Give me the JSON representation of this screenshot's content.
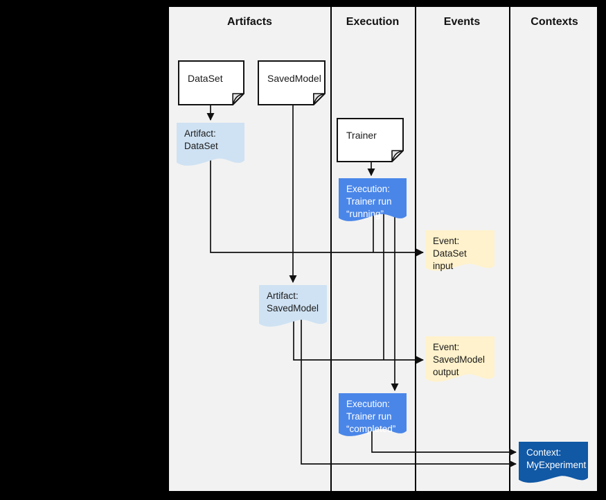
{
  "columns": [
    {
      "label": "Artifacts"
    },
    {
      "label": "Execution"
    },
    {
      "label": "Events"
    },
    {
      "label": "Contexts"
    }
  ],
  "nodes": {
    "dataset": {
      "label": "DataSet",
      "shape": "document",
      "column": "Artifacts"
    },
    "savedmodel": {
      "label": "SavedModel",
      "shape": "document",
      "column": "Artifacts"
    },
    "trainer": {
      "label": "Trainer",
      "shape": "document",
      "column": "Execution"
    },
    "artifact_dataset": {
      "label": "Artifact:\nDataSet",
      "shape": "note",
      "fill": "#cfe2f3",
      "column": "Artifacts"
    },
    "execution_running": {
      "label": "Execution:\nTrainer run\n“running”",
      "shape": "note",
      "fill": "#4a86e8",
      "column": "Execution"
    },
    "event_dataset_input": {
      "label": "Event:\nDataSet input",
      "shape": "note",
      "fill": "#fff2cc",
      "column": "Events"
    },
    "artifact_savedmodel": {
      "label": "Artifact:\nSavedModel",
      "shape": "note",
      "fill": "#cfe2f3",
      "column": "Artifacts"
    },
    "event_savedmodel_output": {
      "label": "Event:\nSavedModel\noutput",
      "shape": "note",
      "fill": "#fff2cc",
      "column": "Events"
    },
    "execution_completed": {
      "label": "Execution:\nTrainer run\n“completed”",
      "shape": "note",
      "fill": "#4a86e8",
      "column": "Execution"
    },
    "context_myexperiment": {
      "label": "Context:\nMyExperiment",
      "shape": "note",
      "fill": "#1158a5",
      "column": "Contexts"
    }
  },
  "edges": [
    {
      "from": "DataSet",
      "to": "Artifact: DataSet"
    },
    {
      "from": "SavedModel",
      "to": "Artifact: SavedModel"
    },
    {
      "from": "Trainer",
      "to": "Execution: Trainer run “running”"
    },
    {
      "from": "Artifact: DataSet",
      "to": "Event: DataSet input"
    },
    {
      "from": "Execution: Trainer run “running”",
      "to": "Event: DataSet input"
    },
    {
      "from": "Artifact: SavedModel",
      "to": "Event: SavedModel output"
    },
    {
      "from": "Execution: Trainer run “running”",
      "to": "Event: SavedModel output"
    },
    {
      "from": "Execution: Trainer run “running”",
      "to": "Execution: Trainer run “completed”"
    },
    {
      "from": "Execution: Trainer run “completed”",
      "to": "Context: MyExperiment"
    },
    {
      "from": "Artifact: SavedModel",
      "to": "Context: MyExperiment"
    }
  ],
  "colors": {
    "page_background": "#000000",
    "panel_background": "#f2f2f2",
    "artifact_note": "#cfe2f3",
    "event_note": "#fff2cc",
    "execution_note": "#4a86e8",
    "context_note": "#1158a5",
    "line": "#111111"
  }
}
